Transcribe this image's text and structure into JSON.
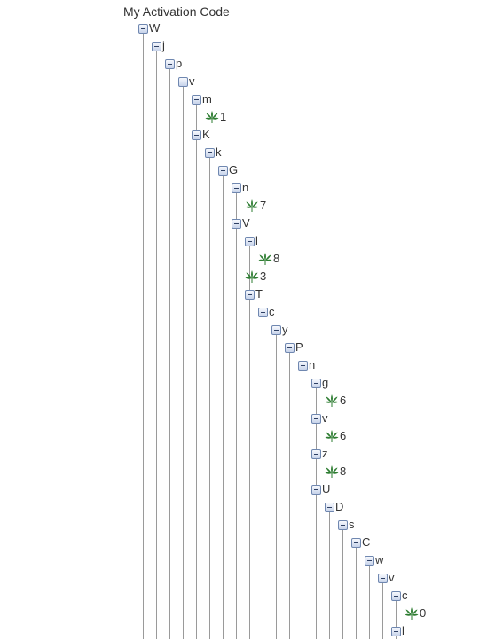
{
  "tree": {
    "title": "My Activation Code",
    "nodes": [
      {
        "label": "W",
        "type": "folder",
        "depth": 0
      },
      {
        "label": "j",
        "type": "folder",
        "depth": 1
      },
      {
        "label": "p",
        "type": "folder",
        "depth": 2
      },
      {
        "label": "v",
        "type": "folder",
        "depth": 3
      },
      {
        "label": "m",
        "type": "folder",
        "depth": 4
      },
      {
        "label": "1",
        "type": "leaf",
        "depth": 5
      },
      {
        "label": "K",
        "type": "folder",
        "depth": 4
      },
      {
        "label": "k",
        "type": "folder",
        "depth": 5
      },
      {
        "label": "G",
        "type": "folder",
        "depth": 6
      },
      {
        "label": "n",
        "type": "folder",
        "depth": 7
      },
      {
        "label": "7",
        "type": "leaf",
        "depth": 8
      },
      {
        "label": "V",
        "type": "folder",
        "depth": 7
      },
      {
        "label": "l",
        "type": "folder",
        "depth": 8
      },
      {
        "label": "8",
        "type": "leaf",
        "depth": 9
      },
      {
        "label": "3",
        "type": "leaf",
        "depth": 8
      },
      {
        "label": "T",
        "type": "folder",
        "depth": 8
      },
      {
        "label": "c",
        "type": "folder",
        "depth": 9
      },
      {
        "label": "y",
        "type": "folder",
        "depth": 10
      },
      {
        "label": "P",
        "type": "folder",
        "depth": 11
      },
      {
        "label": "n",
        "type": "folder",
        "depth": 12
      },
      {
        "label": "g",
        "type": "folder",
        "depth": 13
      },
      {
        "label": "6",
        "type": "leaf",
        "depth": 14
      },
      {
        "label": "v",
        "type": "folder",
        "depth": 13
      },
      {
        "label": "6",
        "type": "leaf",
        "depth": 14
      },
      {
        "label": "z",
        "type": "folder",
        "depth": 13
      },
      {
        "label": "8",
        "type": "leaf",
        "depth": 14
      },
      {
        "label": "U",
        "type": "folder",
        "depth": 13
      },
      {
        "label": "D",
        "type": "folder",
        "depth": 14
      },
      {
        "label": "s",
        "type": "folder",
        "depth": 15
      },
      {
        "label": "C",
        "type": "folder",
        "depth": 16
      },
      {
        "label": "w",
        "type": "folder",
        "depth": 17
      },
      {
        "label": "v",
        "type": "folder",
        "depth": 18
      },
      {
        "label": "c",
        "type": "folder",
        "depth": 19
      },
      {
        "label": "0",
        "type": "leaf",
        "depth": 20
      },
      {
        "label": "l",
        "type": "folder",
        "depth": 19
      }
    ]
  },
  "icons": {
    "folder_toggle": "minus-box-icon",
    "leaf": "leaf-icon",
    "leaf_color": "#2e7d32",
    "line_color": "#9a9a9a"
  }
}
